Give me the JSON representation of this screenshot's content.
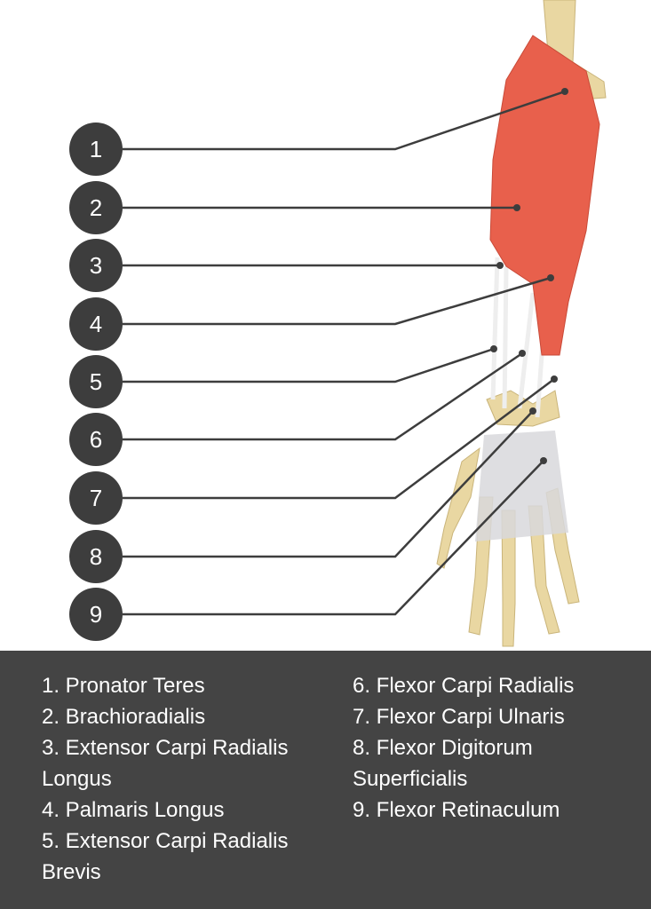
{
  "markers": [
    "1",
    "2",
    "3",
    "4",
    "5",
    "6",
    "7",
    "8",
    "9"
  ],
  "legend": {
    "left": [
      "1. Pronator Teres",
      "2. Brachioradialis",
      "3. Extensor Carpi Radialis\nLongus",
      "4. Palmaris Longus",
      "5. Extensor Carpi Radialis\nBrevis"
    ],
    "right": [
      "6. Flexor Carpi Radialis",
      "7. Flexor Carpi Ulnaris",
      "8. Flexor Digitorum\nSuperficialis",
      "9. Flexor Retinaculum"
    ]
  },
  "colors": {
    "muscle": "#e8604c",
    "bone": "#e9d7a2",
    "tendon": "#f2f2f2",
    "marker": "#3d3d3d",
    "panel": "#444444"
  }
}
